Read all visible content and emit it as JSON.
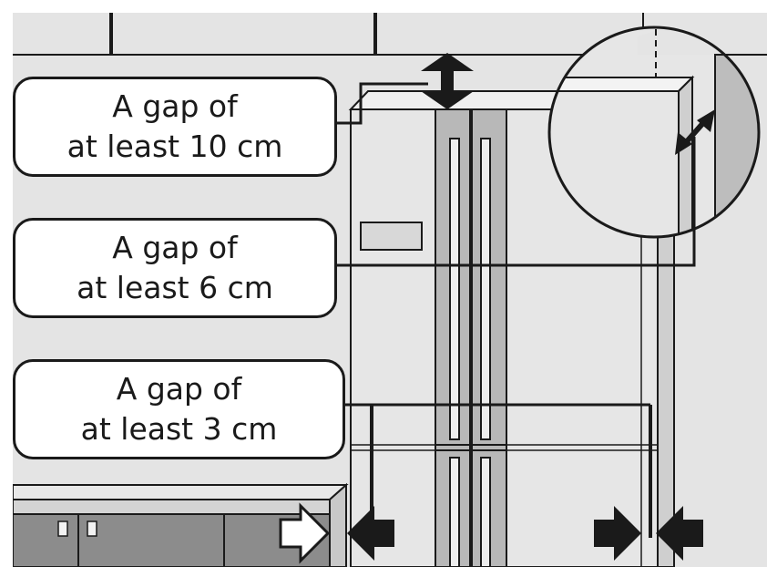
{
  "callouts": {
    "top": {
      "line1": "A gap of",
      "line2": "at least 10 cm"
    },
    "side": {
      "line1": "A gap of",
      "line2": "at least 6 cm"
    },
    "bottom": {
      "line1": "A gap of",
      "line2": "at least 3 cm"
    }
  },
  "colors": {
    "wall": "#e4e4e4",
    "fridge": "#e6e6e6",
    "fridge_handles": "#b8b8b8",
    "cabinet": "#8c8c8c",
    "ink": "#1a1a1a"
  },
  "icons": [
    "double-arrow-up-down-icon",
    "double-arrow-left-right-icon",
    "arrow-right-icon",
    "arrow-left-icon"
  ]
}
